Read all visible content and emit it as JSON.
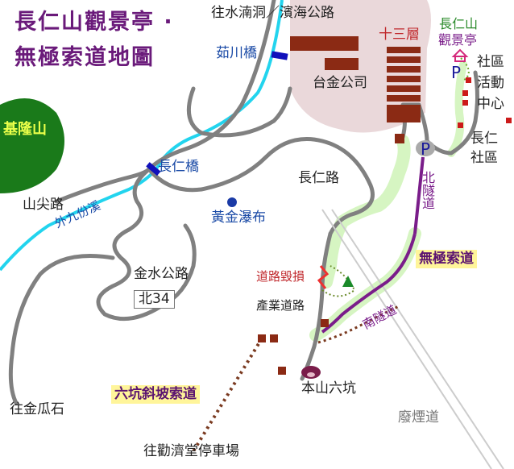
{
  "title": {
    "line1": "長仁山觀景亭 ·",
    "line2": "無極索道地圖"
  },
  "labels": {
    "to_shuinandong": "往水湳洞／濱海公路",
    "ruchuan_bridge": "茹川橋",
    "thirteen_levels": "十三層",
    "taijin_company": "台金公司",
    "changren_mountain": "長仁山",
    "observation_pavilion": "觀景亭",
    "community_activity_center": "社區活動中心",
    "changren_community": "長仁社區",
    "keelung_mountain": "基隆山",
    "changren_bridge": "長仁橋",
    "changren_road": "長仁路",
    "shanjian_road": "山尖路",
    "waijiufen_creek": "外九份溪",
    "golden_waterfall": "黃金瀑布",
    "north_tunnel": "北隧道",
    "wuji_cableway": "無極索道",
    "jinshui_highway": "金水公路",
    "route_bei34": "北34",
    "road_damaged": "道路毀損",
    "industrial_road": "產業道路",
    "south_tunnel": "南隧道",
    "to_jinguashi": "往金瓜石",
    "liukeng_slope_cableway": "六坑斜坡索道",
    "benshan_sixth_tunnel": "本山六坑",
    "abandoned_flue": "廢煙道",
    "to_qinjitang_parking": "往勸濟堂停車場",
    "parking_p1": "P",
    "parking_p2": "P"
  },
  "colors": {
    "title": "#6a1a7a",
    "road": "#808080",
    "creek": "#22d4ee",
    "taijin_area": "#ead8da",
    "building": "#8b2a14",
    "keelung_mountain": "#1a7a1a",
    "green_route": "#d6f5c2",
    "cableway": "#7a1d8a",
    "dotted_trail": "#7a3a20",
    "highlight_box": "#fff59a",
    "parking": "#1a1a9a",
    "poi_blue": "#1a3aa6"
  }
}
